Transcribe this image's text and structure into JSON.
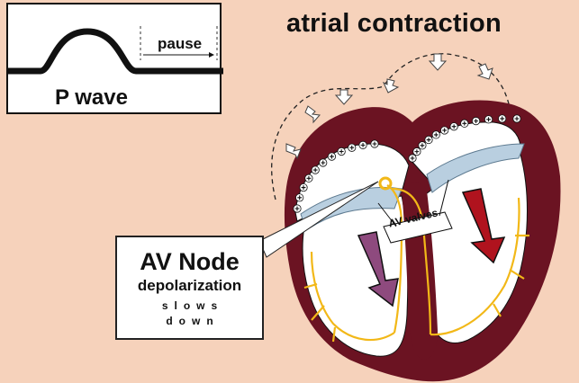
{
  "title": "atrial contraction",
  "ecg_panel": {
    "pause_label": "pause",
    "wave_label": "P wave"
  },
  "callout": {
    "title": "AV Node",
    "subtitle": "depolarization",
    "line1": "slows",
    "line2": "down"
  },
  "valves_label": "AV valves",
  "colors": {
    "background": "#f6d2bb",
    "myocardium": "#6b1322",
    "chamber": "#ffffff",
    "valve": "#b9cfe0",
    "conduction": "#f2b818",
    "left_arrow": "#8e4a7e",
    "right_arrow": "#b0131e"
  }
}
